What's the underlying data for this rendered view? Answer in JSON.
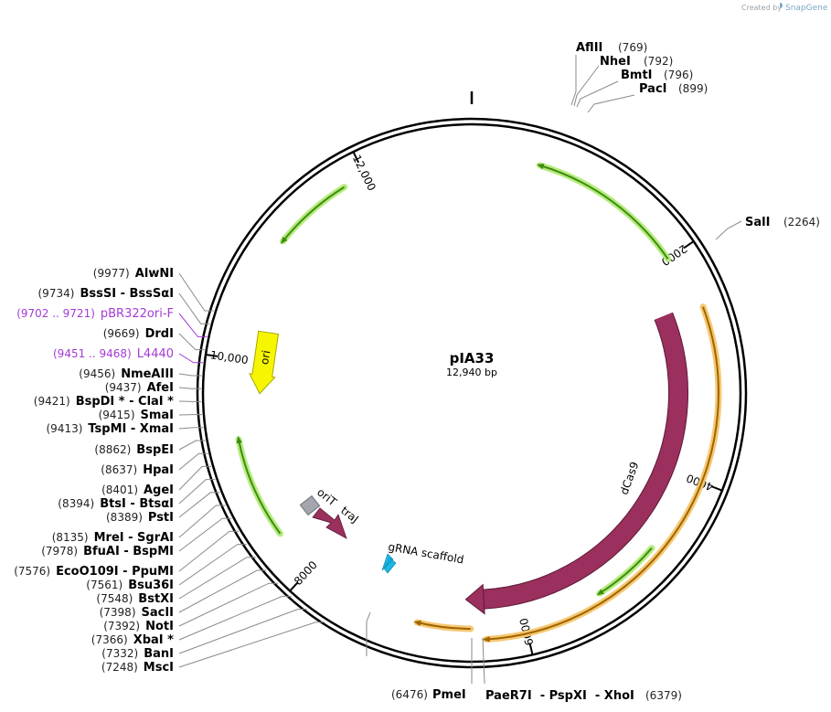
{
  "credit": {
    "prefix": "Created by",
    "brand": "SnapGene"
  },
  "plasmid": {
    "name": "pIA33",
    "size_label": "12,940 bp",
    "length": 12940
  },
  "ticks": [
    {
      "label": "2000",
      "pos": 2000
    },
    {
      "label": "4000",
      "pos": 4000
    },
    {
      "label": "6000",
      "pos": 6000
    },
    {
      "label": "8000",
      "pos": 8000
    },
    {
      "label": "10,000",
      "pos": 10000
    },
    {
      "label": "12,000",
      "pos": 12000
    }
  ],
  "features": [
    {
      "label": "",
      "color": "#3e8c15",
      "glow": "#b6ec7c",
      "style": "thin",
      "start": 11800,
      "end": 11100
    },
    {
      "label": "",
      "color": "#3e8c15",
      "glow": "#b6ec7c",
      "style": "thin",
      "start": 2000,
      "end": 600
    },
    {
      "label": "",
      "color": "#3e8c15",
      "glow": "#b6ec7c",
      "style": "thin",
      "start": 4700,
      "end": 5300
    },
    {
      "label": "",
      "color": "#3e8c15",
      "glow": "#b6ec7c",
      "style": "thin",
      "start": 8400,
      "end": 9300
    },
    {
      "label": "",
      "color": "#a06400",
      "glow": "#f5c872",
      "style": "thin",
      "start": 2500,
      "end": 6350
    },
    {
      "label": "",
      "color": "#a06400",
      "glow": "#f5c872",
      "style": "thin",
      "start": 6480,
      "end": 6950
    },
    {
      "label": "dCas9",
      "color": "#9b2f5e",
      "glow": "#9b2f5e",
      "style": "thick",
      "start": 2450,
      "end": 6530
    },
    {
      "label": "ori",
      "color": "#f6f600",
      "glow": "#f6f600",
      "style": "block",
      "start": 10300,
      "end": 9700
    }
  ],
  "small_features": [
    {
      "label": "oriT",
      "color": "#a3a7ad"
    },
    {
      "label": "traJ",
      "color": "#9b2f5e"
    },
    {
      "label": "gRNA scaffold",
      "color": "#1ab8e6"
    }
  ],
  "sites_top": [
    {
      "name": "AflII",
      "pos": "(769)"
    },
    {
      "name": "NheI",
      "pos": "(792)"
    },
    {
      "name": "BmtI",
      "pos": "(796)"
    },
    {
      "name": "PacI",
      "pos": "(899)"
    }
  ],
  "sites_right": [
    {
      "name": "SalI",
      "pos": "(2264)"
    }
  ],
  "sites_left": [
    {
      "pos": "(9977)",
      "name": "AlwNI",
      "purple": false
    },
    {
      "pos": "(9734)",
      "name": "BssSI  - BssSαI",
      "purple": false
    },
    {
      "pos": "(9702 .. 9721)",
      "name": "pBR322ori-F",
      "purple": true
    },
    {
      "pos": "(9669)",
      "name": "DrdI",
      "purple": false
    },
    {
      "pos": "(9451 .. 9468)",
      "name": "L4440",
      "purple": true
    },
    {
      "pos": "(9456)",
      "name": "NmeAIII",
      "purple": false
    },
    {
      "pos": "(9437)",
      "name": "AfeI",
      "purple": false
    },
    {
      "pos": "(9421)",
      "name": "BspDI *  - ClaI *",
      "purple": false
    },
    {
      "pos": "(9415)",
      "name": "SmaI",
      "purple": false
    },
    {
      "pos": "(9413)",
      "name": "TspMI  - XmaI",
      "purple": false
    },
    {
      "pos": "(8862)",
      "name": "BspEI",
      "purple": false
    },
    {
      "pos": "(8637)",
      "name": "HpaI",
      "purple": false
    },
    {
      "pos": "(8401)",
      "name": "AgeI",
      "purple": false
    },
    {
      "pos": "(8394)",
      "name": "BtsI  - BtsαI",
      "purple": false
    },
    {
      "pos": "(8389)",
      "name": "PstI",
      "purple": false
    },
    {
      "pos": "(8135)",
      "name": "MreI  - SgrAI",
      "purple": false
    },
    {
      "pos": "(7978)",
      "name": "BfuAI  - BspMI",
      "purple": false
    },
    {
      "pos": "(7576)",
      "name": "EcoO109I  - PpuMI",
      "purple": false
    },
    {
      "pos": "(7561)",
      "name": "Bsu36I",
      "purple": false
    },
    {
      "pos": "(7548)",
      "name": "BstXI",
      "purple": false
    },
    {
      "pos": "(7398)",
      "name": "SacII",
      "purple": false
    },
    {
      "pos": "(7392)",
      "name": "NotI",
      "purple": false
    },
    {
      "pos": "(7366)",
      "name": "XbaI *",
      "purple": false
    },
    {
      "pos": "(7332)",
      "name": "BanI",
      "purple": false
    },
    {
      "pos": "(7248)",
      "name": "MscI",
      "purple": false
    }
  ],
  "sites_bottom": [
    {
      "pos": "(6476)",
      "name": "PmeI"
    },
    {
      "name": "PaeR7I  - PspXI  - XhoI",
      "pos": "(6379)"
    }
  ]
}
